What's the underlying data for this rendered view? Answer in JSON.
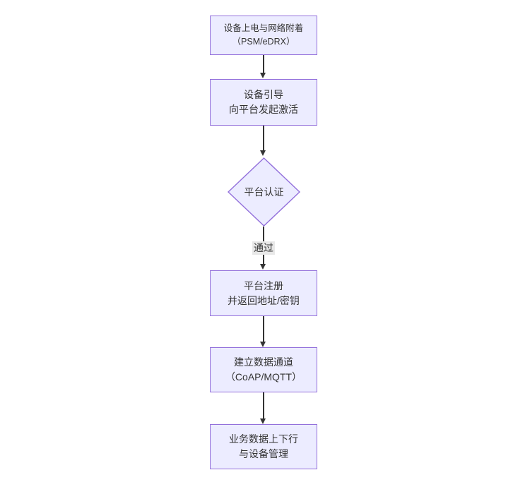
{
  "flowchart": {
    "colors": {
      "node_fill": "#ECECFF",
      "node_border": "#9370DB",
      "text": "#333333",
      "edge": "#333333",
      "edge_label_bg": "#e8e8e8",
      "background": "#ffffff"
    },
    "nodes": [
      {
        "name": "power-network-attach",
        "shape": "rect",
        "line1": "设备上电与网络附着",
        "line2": "（PSM/eDRX）"
      },
      {
        "name": "device-bootstrap",
        "shape": "rect",
        "line1": "设备引导",
        "line2": "向平台发起激活"
      },
      {
        "name": "platform-auth",
        "shape": "diamond",
        "line1": "平台认证",
        "line2": ""
      },
      {
        "name": "platform-register",
        "shape": "rect",
        "line1": "平台注册",
        "line2": "并返回地址/密钥"
      },
      {
        "name": "data-channel",
        "shape": "rect",
        "line1": "建立数据通道",
        "line2": "（CoAP/MQTT）"
      },
      {
        "name": "business-data",
        "shape": "rect",
        "line1": "业务数据上下行",
        "line2": "与设备管理"
      }
    ],
    "edges": [
      {
        "from": "power-network-attach",
        "to": "device-bootstrap",
        "label": ""
      },
      {
        "from": "device-bootstrap",
        "to": "platform-auth",
        "label": ""
      },
      {
        "from": "platform-auth",
        "to": "platform-register",
        "label": "通过"
      },
      {
        "from": "platform-register",
        "to": "data-channel",
        "label": ""
      },
      {
        "from": "data-channel",
        "to": "business-data",
        "label": ""
      }
    ]
  }
}
